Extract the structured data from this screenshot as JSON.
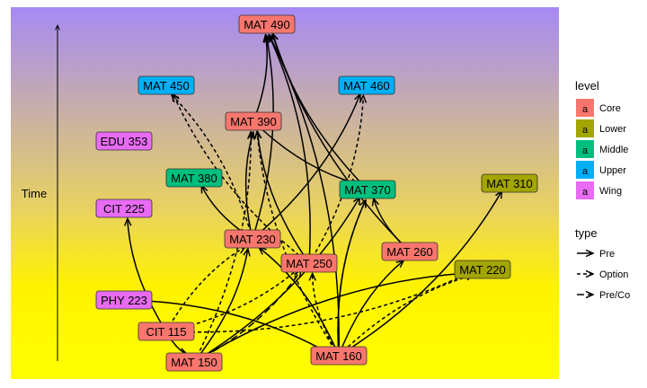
{
  "axis": {
    "y_label": "Time"
  },
  "nodes": [
    {
      "id": "MAT490",
      "label": "MAT 490",
      "level": "Core"
    },
    {
      "id": "MAT450",
      "label": "MAT 450",
      "level": "Upper"
    },
    {
      "id": "MAT460",
      "label": "MAT 460",
      "level": "Upper"
    },
    {
      "id": "MAT390",
      "label": "MAT 390",
      "level": "Core"
    },
    {
      "id": "EDU353",
      "label": "EDU 353",
      "level": "Wing"
    },
    {
      "id": "MAT380",
      "label": "MAT 380",
      "level": "Middle"
    },
    {
      "id": "MAT370",
      "label": "MAT 370",
      "level": "Middle"
    },
    {
      "id": "MAT310",
      "label": "MAT 310",
      "level": "Lower"
    },
    {
      "id": "CIT225",
      "label": "CIT 225",
      "level": "Wing"
    },
    {
      "id": "MAT230",
      "label": "MAT 230",
      "level": "Core"
    },
    {
      "id": "MAT260",
      "label": "MAT 260",
      "level": "Core"
    },
    {
      "id": "MAT250",
      "label": "MAT 250",
      "level": "Core"
    },
    {
      "id": "MAT220",
      "label": "MAT 220",
      "level": "Lower"
    },
    {
      "id": "PHY223",
      "label": "PHY 223",
      "level": "Wing"
    },
    {
      "id": "CIT115",
      "label": "CIT 115",
      "level": "Core"
    },
    {
      "id": "MAT150",
      "label": "MAT 150",
      "level": "Core"
    },
    {
      "id": "MAT160",
      "label": "MAT 160",
      "level": "Core"
    }
  ],
  "edges": [
    {
      "from": "MAT230",
      "to": "MAT490",
      "type": "Pre"
    },
    {
      "from": "MAT230",
      "to": "MAT390",
      "type": "Pre"
    },
    {
      "from": "MAT250",
      "to": "MAT490",
      "type": "Pre"
    },
    {
      "from": "MAT250",
      "to": "MAT390",
      "type": "Pre"
    },
    {
      "from": "MAT160",
      "to": "MAT490",
      "type": "Pre"
    },
    {
      "from": "MAT260",
      "to": "MAT490",
      "type": "Pre"
    },
    {
      "from": "MAT390",
      "to": "MAT490",
      "type": "Pre"
    },
    {
      "from": "MAT370",
      "to": "MAT490",
      "type": "Pre"
    },
    {
      "from": "MAT230",
      "to": "MAT460",
      "type": "Pre"
    },
    {
      "from": "MAT230",
      "to": "MAT380",
      "type": "Pre"
    },
    {
      "from": "MAT390",
      "to": "MAT370",
      "type": "Pre"
    },
    {
      "from": "MAT260",
      "to": "MAT370",
      "type": "Pre"
    },
    {
      "from": "MAT150",
      "to": "MAT370",
      "type": "Pre"
    },
    {
      "from": "MAT160",
      "to": "MAT370",
      "type": "Pre"
    },
    {
      "from": "MAT160",
      "to": "MAT310",
      "type": "Pre"
    },
    {
      "from": "MAT160",
      "to": "MAT260",
      "type": "Pre"
    },
    {
      "from": "MAT150",
      "to": "MAT230",
      "type": "Pre"
    },
    {
      "from": "MAT150",
      "to": "MAT220",
      "type": "Pre"
    },
    {
      "from": "MAT160",
      "to": "MAT230",
      "type": "Pre"
    },
    {
      "from": "CIT115",
      "to": "CIT225",
      "type": "Pre"
    },
    {
      "from": "CIT115",
      "to": "MAT150",
      "type": "Pre"
    },
    {
      "from": "PHY223",
      "to": "MAT160",
      "type": "Pre"
    },
    {
      "from": "MAT230",
      "to": "MAT450",
      "type": "Option"
    },
    {
      "from": "MAT250",
      "to": "MAT450",
      "type": "Option"
    },
    {
      "from": "MAT250",
      "to": "MAT460",
      "type": "Option"
    },
    {
      "from": "MAT160",
      "to": "MAT390",
      "type": "Option"
    },
    {
      "from": "MAT150",
      "to": "MAT390",
      "type": "Option"
    },
    {
      "from": "CIT115",
      "to": "MAT230",
      "type": "Option"
    },
    {
      "from": "CIT115",
      "to": "MAT220",
      "type": "Option"
    },
    {
      "from": "MAT160",
      "to": "MAT220",
      "type": "Option"
    },
    {
      "from": "CIT115",
      "to": "MAT250",
      "type": "Option"
    },
    {
      "from": "MAT160",
      "to": "MAT250",
      "type": "Option"
    },
    {
      "from": "MAT150",
      "to": "MAT250",
      "type": "Pre/Co"
    },
    {
      "from": "MAT160",
      "to": "MAT370",
      "type": "Pre/Co"
    }
  ],
  "legend": {
    "level_title": "level",
    "levels": [
      {
        "key": "a",
        "label": "Core",
        "color": "#F8766D"
      },
      {
        "key": "a",
        "label": "Lower",
        "color": "#A3A500"
      },
      {
        "key": "a",
        "label": "Middle",
        "color": "#00BF7D"
      },
      {
        "key": "a",
        "label": "Upper",
        "color": "#00B0F6"
      },
      {
        "key": "a",
        "label": "Wing",
        "color": "#E76BF3"
      }
    ],
    "type_title": "type",
    "types": [
      {
        "label": "Pre",
        "dash": "solid"
      },
      {
        "label": "Option",
        "dash": "dashed"
      },
      {
        "label": "Pre/Co",
        "dash": "longdash"
      }
    ]
  }
}
